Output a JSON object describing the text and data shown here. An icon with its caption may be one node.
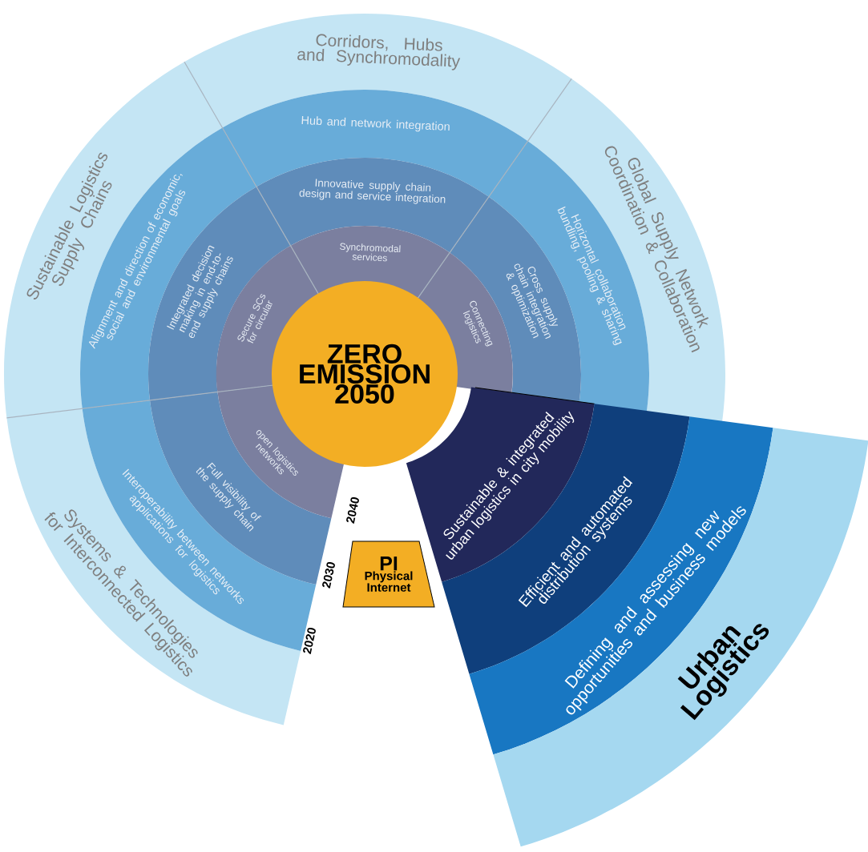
{
  "diagram": {
    "nodes": [
      {
        "text": [
          "Corridors, Hubs and Synchromodality"
        ]
      },
      {
        "text": [
          "Hub and network integration"
        ]
      },
      {
        "text": [
          "Innovative supply chain design and service integration"
        ]
      },
      {
        "text": [
          "Synchromodal services"
        ]
      },
      {
        "text": [
          "Sustainable Logistics Supply Chains"
        ]
      },
      {
        "text": [
          "Alignment and direction of economic, social and environmental goals"
        ]
      },
      {
        "text": [
          "Integrated decision making in end-to-end supply chains"
        ]
      },
      {
        "text": [
          "Secure SCs for circular"
        ]
      },
      {
        "text": [
          "Global Supply Network Coordination & Collaboration"
        ]
      },
      {
        "text": [
          "Horizontal collaboration bundling, pooling & sharing"
        ]
      },
      {
        "text": [
          "Cross supply chain integration & optimization"
        ]
      },
      {
        "text": [
          "Connecting logistics"
        ]
      },
      {
        "text": [
          "ZERO EMISSION 2050"
        ]
      },
      {
        "text": [
          "Systems & Technologies for Interconnected Logistics"
        ]
      },
      {
        "text": [
          "Interoperability between networks applications for logistics"
        ]
      },
      {
        "text": [
          "Full visibility of the supply chain"
        ]
      },
      {
        "text": [
          "open logistics networks"
        ]
      },
      {
        "text": [
          "PI",
          "Physical Internet"
        ]
      },
      {
        "text": [
          "Sustainable & integrated urban logistics in city mobility"
        ]
      },
      {
        "text": [
          "Efficient and automated distribution systems"
        ]
      },
      {
        "text": [
          "Defining and assessing new opportunities and business models"
        ]
      },
      {
        "text": [
          "Urban Logistics"
        ]
      }
    ],
    "labels": [
      "2040",
      "2030",
      "2020"
    ]
  }
}
